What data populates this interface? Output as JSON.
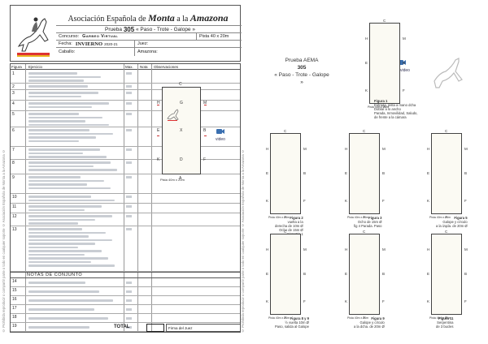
{
  "side_text": "© Prohibida reproducir o compartir parte o todo en cualquier soporte © Asociación Española de Monta a la Amazona ©",
  "header": {
    "assoc_prefix": "Asociación Española de",
    "assoc_monta": "Monta",
    "assoc_mid": "a la",
    "assoc_amazona": "Amazona",
    "prueba_label": "Prueba",
    "prueba_num": "305",
    "prueba_name": "« Paso - Trote - Galope »",
    "concurso_label": "Concurso:",
    "concurso_value": "Garbeo Virtual",
    "pista_value": "Pista 40 x 20m",
    "fecha_label": "Fecha:",
    "fecha_value": "INVIERNO",
    "fecha_year": "2020-21",
    "juez_label": "Juez:",
    "caballo_label": "Caballo:",
    "amazona_label": "Amazona:"
  },
  "table": {
    "col_figura": "Figura",
    "col_ejercicio": "Ejercicio",
    "col_max": "Max.",
    "col_nota": "Nota",
    "col_obs": "Observaciones",
    "rows": [
      "1",
      "2",
      "3",
      "4",
      "5",
      "6",
      "7",
      "8",
      "9",
      "10",
      "11",
      "12",
      "13"
    ],
    "notas_title": "NOTAS DE CONJUNTO",
    "conjunto_rows": [
      "14",
      "15",
      "16",
      "17",
      "18",
      "19"
    ],
    "total_label": "TOTAL",
    "firma_label": "Firma del Juez"
  },
  "arena_left": {
    "letters_top": "C",
    "letters_bottom": "A",
    "letters_left": [
      "H",
      "E",
      "K"
    ],
    "letters_right": [
      "M",
      "B",
      "F"
    ],
    "letters_center": [
      "G",
      "X",
      "D"
    ],
    "caption": "Pista 40m x 20m",
    "video_label": "video"
  },
  "right": {
    "title_line1": "Prueba AEMA",
    "title_num": "305",
    "title_line2": "« Paso - Trote - Galope »",
    "video_label": "video",
    "pista_caption": "Pista 40m x 20m",
    "figures": [
      {
        "name": "Figura 1",
        "lines": [
          "Entrada, pista a mano dcha",
          "Doblar a lo ancho",
          "Parada, Inmovilidad, Saludo,",
          "de frente a la cámara"
        ]
      },
      {
        "name": "Figura 2",
        "lines": [
          "vuelta a la",
          "derecha de 10m Ø",
          "Ocho de 15m Ø"
        ],
        "sub": "mirar Fig.1"
      },
      {
        "name": "Figura 3",
        "lines": [
          "Ocho de 15m Ø",
          "fig 4 Parada. Paso"
        ]
      },
      {
        "name": "Figura 5",
        "lines": [
          "Galope y círculo",
          "a la izqda. de 20m Ø"
        ]
      },
      {
        "name": "Figura 8 y 9",
        "lines": [
          "½ vuelta 10m Ø",
          "Paso, salida al Galope"
        ]
      },
      {
        "name": "Figura 9",
        "lines": [
          "Galope y círculo",
          "a la dcha. de 20m Ø"
        ]
      },
      {
        "name": "Figura 11",
        "lines": [
          "Serpentina",
          "de 3 bucles"
        ]
      }
    ]
  }
}
